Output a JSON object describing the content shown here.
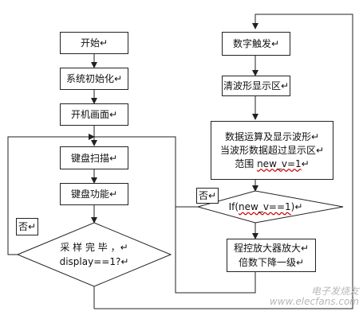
{
  "nodes": {
    "start": "开始",
    "sys_init": "系统初始化",
    "boot_screen": "开机画面",
    "key_scan": "键盘扫描",
    "key_func": "键盘功能",
    "sampling_decision_line1": "采 样 完 毕 ，",
    "sampling_decision_line2": "display==1?",
    "digital_trigger": "数字触发",
    "clear_wave": "清波形显示区",
    "process_line1": "数据运算及显示波形",
    "process_line2": "当波形数据超过显示区",
    "process_line3_prefix": "范围 ",
    "process_line3_var": "new_v=1",
    "if_decision_prefix": "If(",
    "if_decision_var": "new_v==1",
    "if_decision_suffix": ")",
    "amp_line1": "程控放大器放大",
    "amp_line2": "倍数下降一级"
  },
  "edge_labels": {
    "no_left": "否",
    "no_right": "否"
  },
  "paragraph_mark": "↵",
  "watermark": "电子发烧友 www.elecfans.com"
}
